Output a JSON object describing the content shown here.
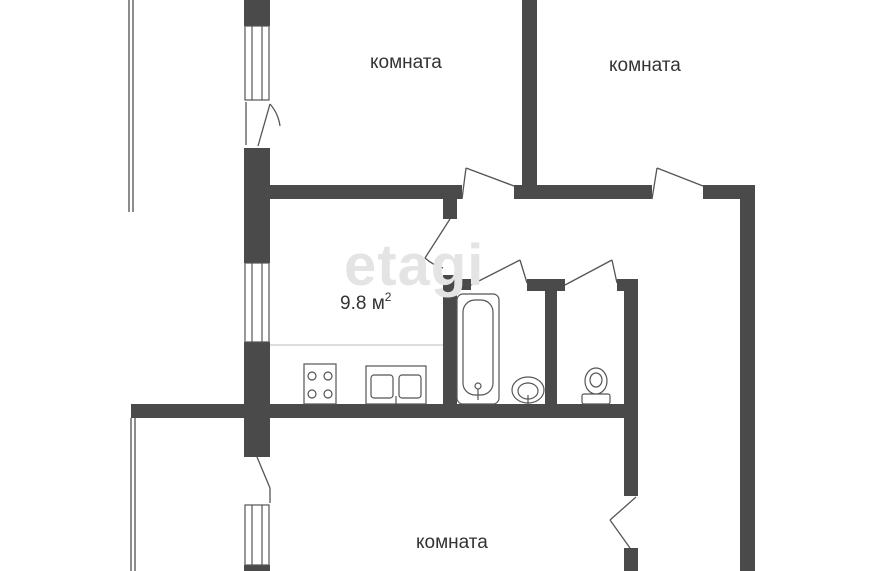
{
  "watermark": "etagi",
  "rooms": [
    {
      "label": "комната"
    },
    {
      "label": "комната"
    },
    {
      "label": "комната"
    }
  ],
  "kitchen": {
    "area_value": "9.8 м",
    "area_sup": "2"
  },
  "fixtures": [
    "stove-icon",
    "kitchen-sink-icon",
    "bathtub-icon",
    "washbasin-icon",
    "toilet-icon"
  ],
  "colors": {
    "wall": "#4a4a4a",
    "background": "#ffffff",
    "line": "#555555"
  }
}
